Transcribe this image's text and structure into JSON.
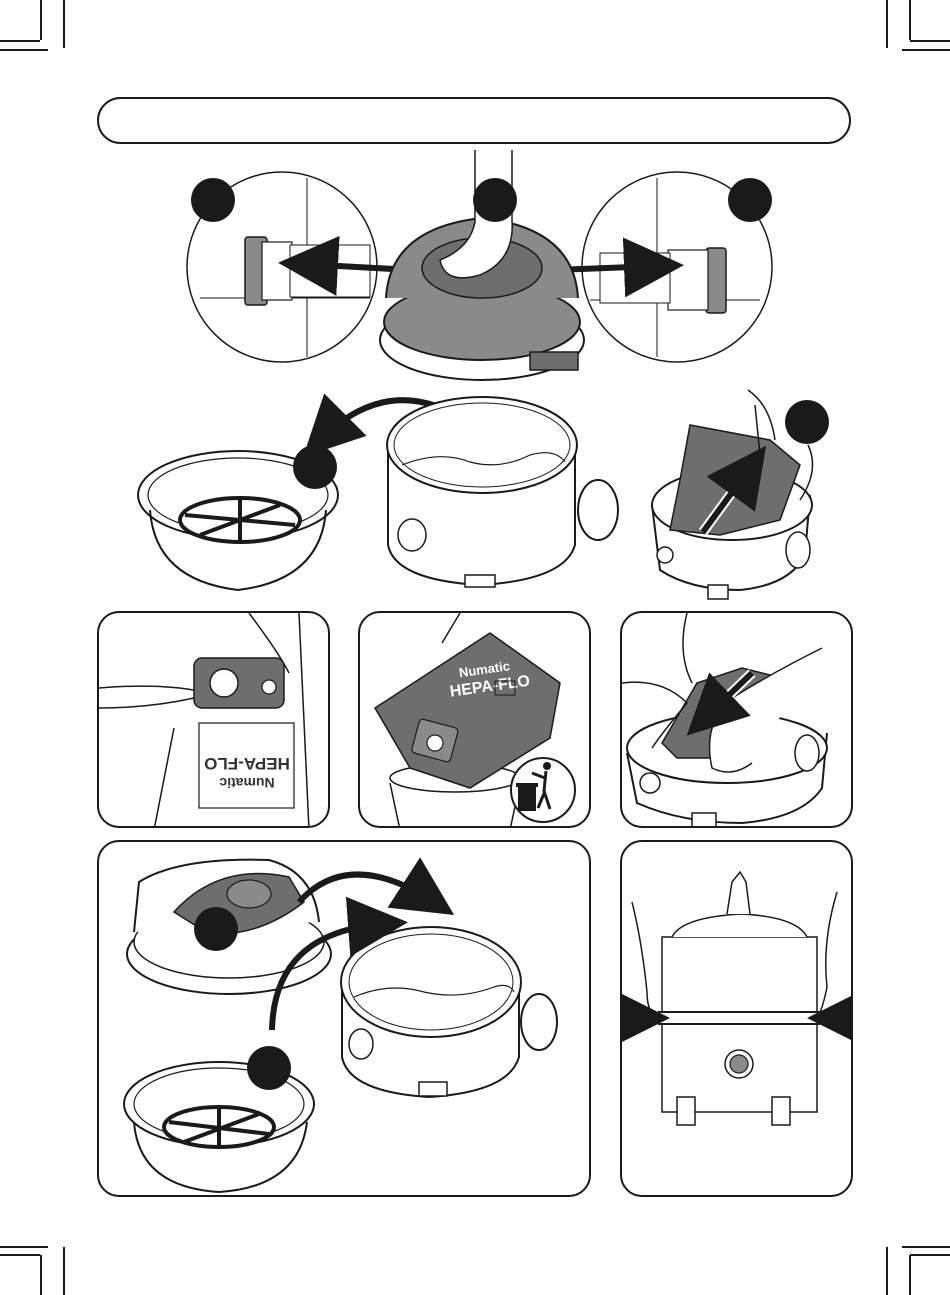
{
  "header": {
    "banner_text": ""
  },
  "brand": {
    "bag_brand_line1": "Numatic",
    "bag_brand_line2": "HEPA-FLO",
    "bag_brand_label2_split_a": "HEP",
    "bag_brand_label2_split_b": "A-FLO"
  },
  "colors": {
    "ink": "#1a1a1a",
    "fill_grey": "#8a8a8a",
    "fill_dark": "#6e6e6e",
    "paper": "#ffffff"
  },
  "icons": {
    "step_marker": "filled-circle",
    "arrow": "arrow-icon",
    "bin": "waste-bin-icon"
  }
}
